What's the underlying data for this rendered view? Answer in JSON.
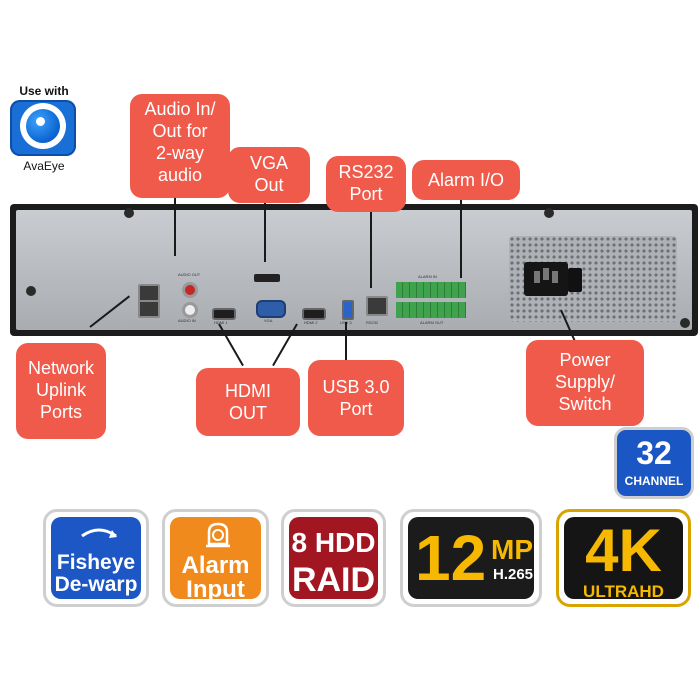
{
  "avaeye": {
    "use_with": "Use with",
    "name": "AvaEye"
  },
  "callouts": {
    "audio": [
      "Audio In/",
      "Out for",
      "2-way",
      "audio"
    ],
    "vga": [
      "VGA",
      "Out"
    ],
    "rs232": [
      "RS232",
      "Port"
    ],
    "alarm_io": [
      "Alarm I/O"
    ],
    "network": [
      "Network",
      "Uplink",
      "Ports"
    ],
    "hdmi": [
      "HDMI",
      "OUT"
    ],
    "usb": [
      "USB 3.0",
      "Port"
    ],
    "power": [
      "Power",
      "Supply/",
      "Switch"
    ]
  },
  "panel_labels": {
    "audio_out": "AUDIO OUT",
    "audio_in": "AUDIO IN",
    "vga": "VGA",
    "hdmi1": "HDMI 1",
    "hdmi2": "HDMI 2",
    "usb": "USB 3",
    "rs232": "RS232",
    "alarm_in": "ALARM IN",
    "alarm_out": "ALARM OUT"
  },
  "channel_badge": {
    "number": "32",
    "label": "CHANNEL"
  },
  "features": {
    "fisheye": [
      "Fisheye",
      "De-warp"
    ],
    "alarm": [
      "Alarm",
      "Input"
    ],
    "hdd": [
      "8 HDD",
      "RAID"
    ],
    "resolution": {
      "value": "12",
      "unit": "MP",
      "codec": "H.265"
    },
    "uhd": {
      "big": "4K",
      "ultra": "ULTRA",
      "hd": "HD"
    }
  },
  "colors": {
    "callout_bg": "#f05a4b",
    "fisheye_bg": "#1d57c5",
    "alarm_bg": "#f08a1c",
    "hdd_bg": "#a21621",
    "gold": "#f6b800",
    "channel_bg": "#1b57c4"
  }
}
